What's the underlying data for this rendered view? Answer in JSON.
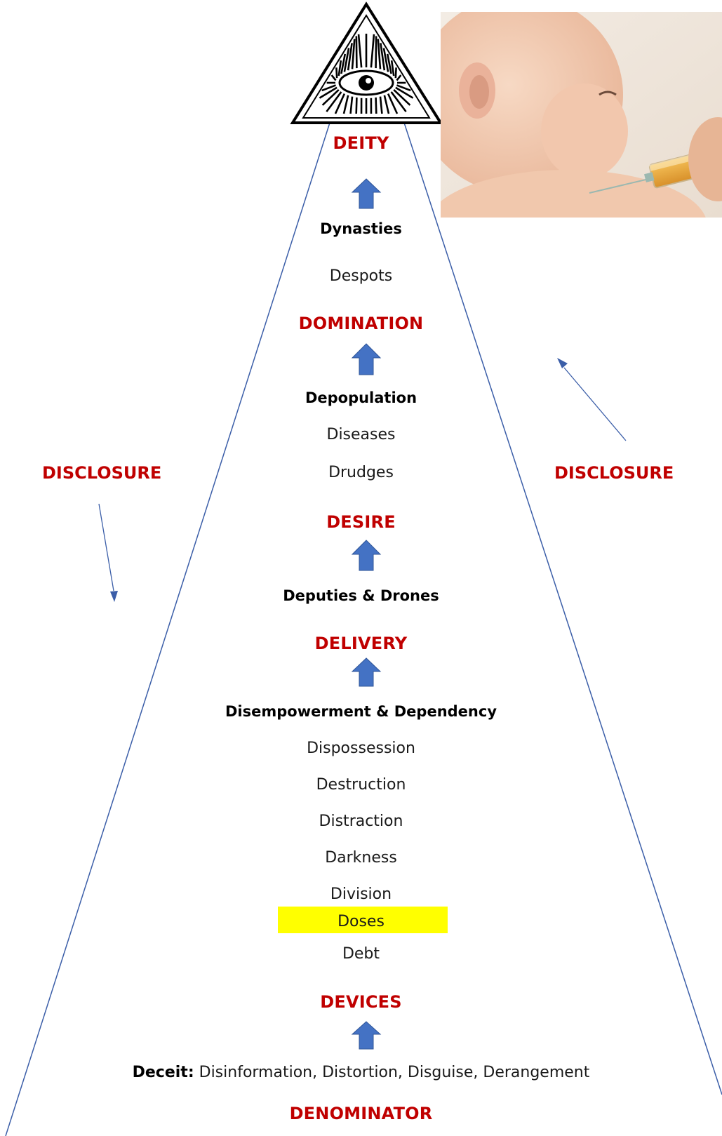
{
  "pyramid": {
    "top_label": "DEITY",
    "levels": [
      {
        "key": "deity",
        "text": "DEITY",
        "style": "red"
      },
      {
        "key": "dynasties",
        "text": "Dynasties",
        "style": "bold"
      },
      {
        "key": "despots",
        "text": "Despots",
        "style": "norm"
      },
      {
        "key": "domination",
        "text": "DOMINATION",
        "style": "red"
      },
      {
        "key": "depopulation",
        "text": "Depopulation",
        "style": "bold"
      },
      {
        "key": "diseases",
        "text": "Diseases",
        "style": "norm"
      },
      {
        "key": "drudges",
        "text": "Drudges",
        "style": "norm"
      },
      {
        "key": "desire",
        "text": "DESIRE",
        "style": "red"
      },
      {
        "key": "deputies",
        "text": "Deputies & Drones",
        "style": "bold"
      },
      {
        "key": "delivery",
        "text": "DELIVERY",
        "style": "red"
      },
      {
        "key": "disempowerment",
        "text": "Disempowerment & Dependency",
        "style": "bold"
      },
      {
        "key": "dispossession",
        "text": "Dispossession",
        "style": "norm"
      },
      {
        "key": "destruction",
        "text": "Destruction",
        "style": "norm"
      },
      {
        "key": "distraction",
        "text": "Distraction",
        "style": "norm"
      },
      {
        "key": "darkness",
        "text": "Darkness",
        "style": "norm"
      },
      {
        "key": "division",
        "text": "Division",
        "style": "norm"
      },
      {
        "key": "doses",
        "text": "Doses",
        "style": "norm",
        "highlight": "#ffff00"
      },
      {
        "key": "debt",
        "text": "Debt",
        "style": "norm"
      },
      {
        "key": "devices",
        "text": "DEVICES",
        "style": "red"
      }
    ],
    "deceit": {
      "label": "Deceit",
      "items": "Disinformation, Distortion, Disguise, Derangement"
    },
    "bottom_label": "DENOMINATOR"
  },
  "sides": {
    "left": "DISCLOSURE",
    "right": "DISCLOSURE"
  },
  "icons": {
    "apex": "all-seeing-eye-triangle-icon",
    "up_arrow": "up-arrow-icon",
    "photo": "baby-syringe-photo"
  },
  "colors": {
    "red": "#c00000",
    "arrow_blue": "#4472c4",
    "line_blue": "#3b5ea8",
    "highlight": "#ffff00"
  }
}
